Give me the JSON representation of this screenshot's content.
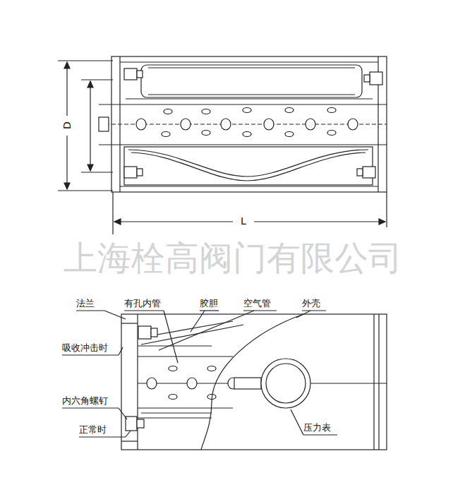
{
  "diagram": {
    "labels": [
      "D",
      "L",
      "上海栓高阀门有限公司",
      "法兰",
      "有孔内管",
      "胶胆",
      "空气管",
      "外壳",
      "吸收冲击时",
      "内六角螺钉",
      "正常时",
      "压力表"
    ]
  }
}
